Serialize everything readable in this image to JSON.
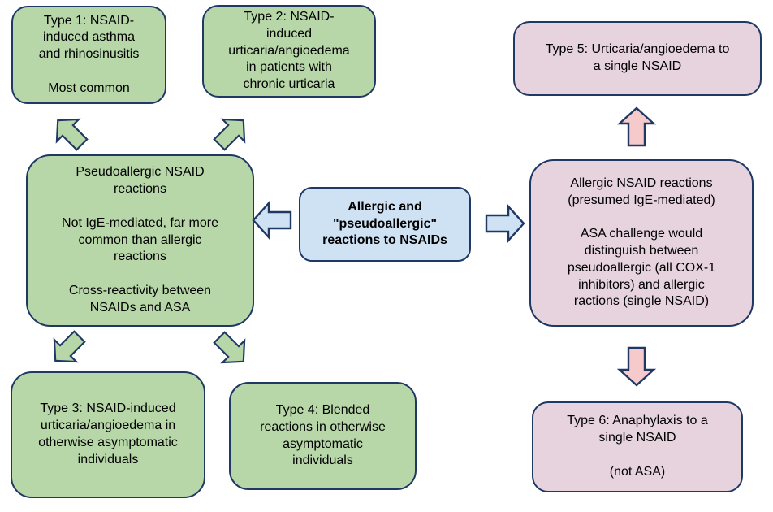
{
  "diagram": {
    "type": "flowchart",
    "topic": "Classification of allergic and pseudoallergic reactions to NSAIDs"
  },
  "colors": {
    "border": "#1f3864",
    "green_fill": "#b7d7a9",
    "blue_fill": "#cfe2f3",
    "pink_fill": "#e7d3de",
    "pink_arrow_fill": "#f6caca",
    "text": "#000000",
    "background": "#ffffff"
  },
  "center_box": {
    "text": "Allergic and\n\"pseudoallergic\"\nreactions to NSAIDs"
  },
  "pseudoallergic_branch": {
    "summary_box": {
      "text": "Pseudoallergic NSAID\nreactions\n\nNot IgE-mediated, far more\ncommon than allergic\nreactions\n\nCross-reactivity between\nNSAIDs and ASA"
    },
    "type1": {
      "text": "Type 1: NSAID-\ninduced asthma\nand rhinosinusitis\n\nMost common"
    },
    "type2": {
      "text": "Type 2: NSAID-\ninduced\nurticaria/angioedema\nin patients with\nchronic urticaria"
    },
    "type3": {
      "text": "Type 3: NSAID-induced\nurticaria/angioedema in\notherwise asymptomatic\nindividuals"
    },
    "type4": {
      "text": "Type 4: Blended\nreactions in otherwise\nasymptomatic\nindividuals"
    }
  },
  "allergic_branch": {
    "summary_box": {
      "text": "Allergic NSAID reactions\n(presumed IgE-mediated)\n\nASA challenge would\ndistinguish between\npseudoallergic (all COX-1\ninhibitors) and allergic\nractions (single NSAID)"
    },
    "type5": {
      "text": "Type 5: Urticaria/angioedema to\na single NSAID"
    },
    "type6": {
      "text": "Type 6: Anaphylaxis to a\nsingle NSAID\n\n(not ASA)"
    }
  },
  "arrows": {
    "center_to_pseudoallergic": "left",
    "center_to_allergic": "right",
    "pseudoallergic_to_type1": "up-left",
    "pseudoallergic_to_type2": "up-right",
    "pseudoallergic_to_type3": "down-left",
    "pseudoallergic_to_type4": "down-right",
    "allergic_to_type5": "up",
    "allergic_to_type6": "down"
  }
}
